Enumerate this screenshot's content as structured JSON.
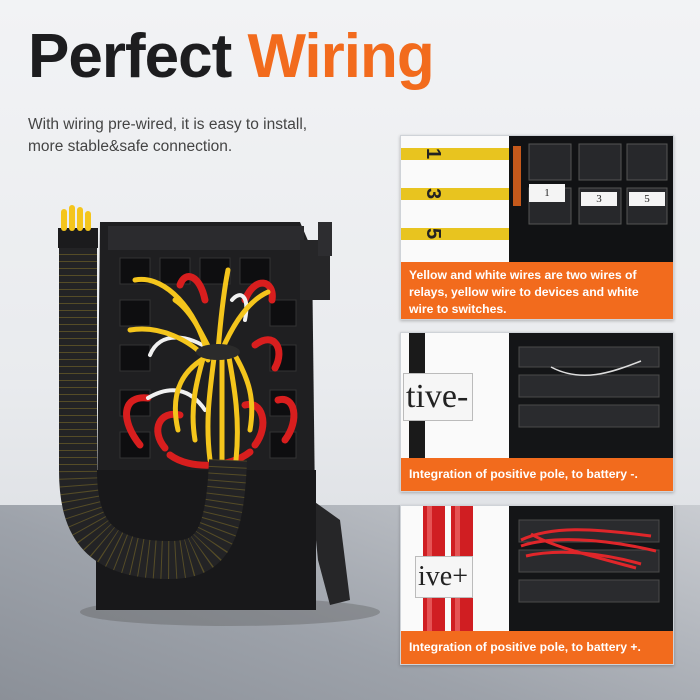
{
  "header": {
    "title_black": "Perfect",
    "title_orange": "Wiring",
    "subtitle_line1": "With wiring pre-wired, it is easy to install,",
    "subtitle_line2": "more stable&safe connection."
  },
  "panels": [
    {
      "caption": "Yellow and white wires are two wires of relays, yellow wire to devices and white wire to switches.",
      "wire_numbers": [
        "1",
        "3",
        "5"
      ],
      "relay_numbers": [
        "1",
        "3",
        "5"
      ]
    },
    {
      "caption": "Integration of positive pole, to battery -.",
      "label": "tive-"
    },
    {
      "caption": "Integration of positive pole, to battery +.",
      "label": "ive+"
    }
  ],
  "colors": {
    "accent": "#f26b1d",
    "title_dark": "#1d1d1f"
  }
}
